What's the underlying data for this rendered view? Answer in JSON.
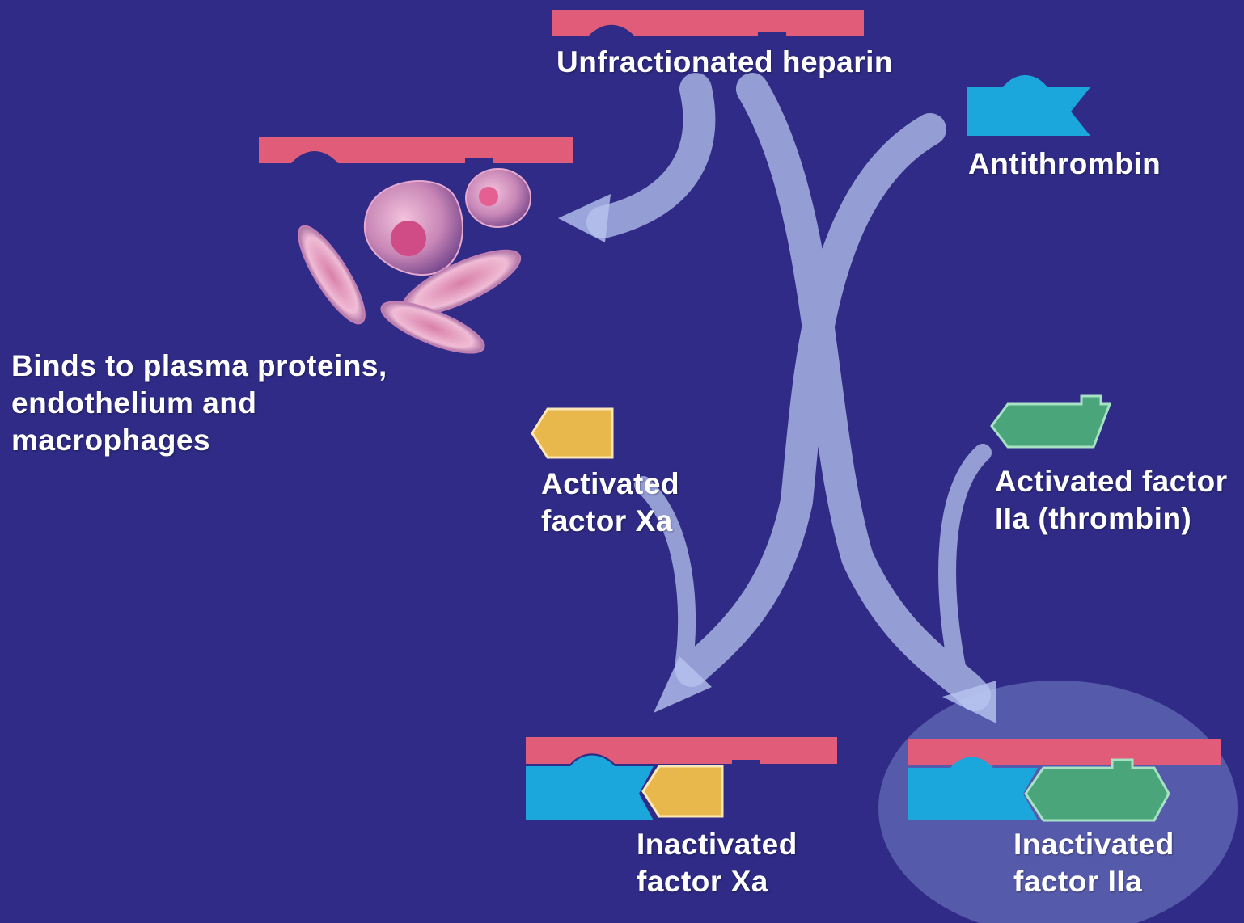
{
  "colors": {
    "background": "#2f2b86",
    "heparin": "#e05c78",
    "antithrombin": "#1ba6dc",
    "factor_xa": "#e8b84c",
    "factor_iia": "#4aa57a",
    "arrow": "#b8c4f0",
    "highlight": "#7d8ad0"
  },
  "labels": {
    "heparin": "Unfractionated heparin",
    "antithrombin": "Antithrombin",
    "binds_line1": "Binds to plasma proteins,",
    "binds_line2": "endothelium and",
    "binds_line3": "macrophages",
    "xa_line1": "Activated",
    "xa_line2": "factor Xa",
    "iia_line1": "Activated factor",
    "iia_line2": "IIa (thrombin)",
    "inactive_xa_line1": "Inactivated",
    "inactive_xa_line2": "factor Xa",
    "inactive_iia_line1": "Inactivated",
    "inactive_iia_line2": "factor IIa"
  }
}
